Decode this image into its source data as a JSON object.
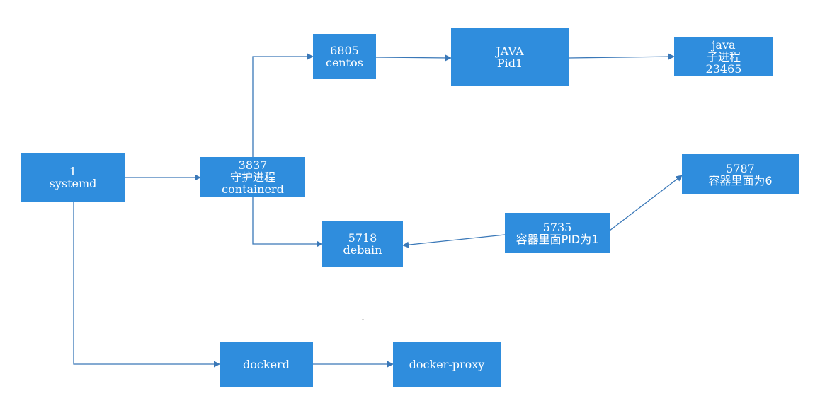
{
  "colors": {
    "node_fill": "#2f8ddd",
    "node_text": "#ffffff",
    "connector": "#3a78b8"
  },
  "nodes": {
    "systemd": {
      "lines": [
        "1",
        "systemd"
      ]
    },
    "containerd": {
      "lines": [
        "3837",
        "守护进程",
        "containerd"
      ]
    },
    "centos": {
      "lines": [
        "6805",
        "centos"
      ]
    },
    "java_pid1": {
      "lines": [
        "JAVA",
        "Pid1"
      ]
    },
    "java_child": {
      "lines": [
        "java",
        "子进程",
        "23465"
      ]
    },
    "debain": {
      "lines": [
        "5718",
        "debain"
      ]
    },
    "pid_5735": {
      "lines": [
        "5735",
        "容器里面PID为1"
      ]
    },
    "pid_5787": {
      "lines": [
        "5787",
        "容器里面为6"
      ]
    },
    "dockerd": {
      "lines": [
        "dockerd"
      ]
    },
    "docker_proxy": {
      "lines": [
        "docker-proxy"
      ]
    }
  },
  "connectors": [
    {
      "from": "systemd",
      "to": "containerd"
    },
    {
      "from": "containerd",
      "to": "centos"
    },
    {
      "from": "containerd",
      "to": "debain"
    },
    {
      "from": "centos",
      "to": "java_pid1"
    },
    {
      "from": "java_pid1",
      "to": "java_child"
    },
    {
      "from": "pid_5735",
      "to": "debain"
    },
    {
      "from": "pid_5735",
      "to": "pid_5787"
    },
    {
      "from": "systemd",
      "to": "dockerd"
    },
    {
      "from": "dockerd",
      "to": "docker_proxy"
    }
  ]
}
